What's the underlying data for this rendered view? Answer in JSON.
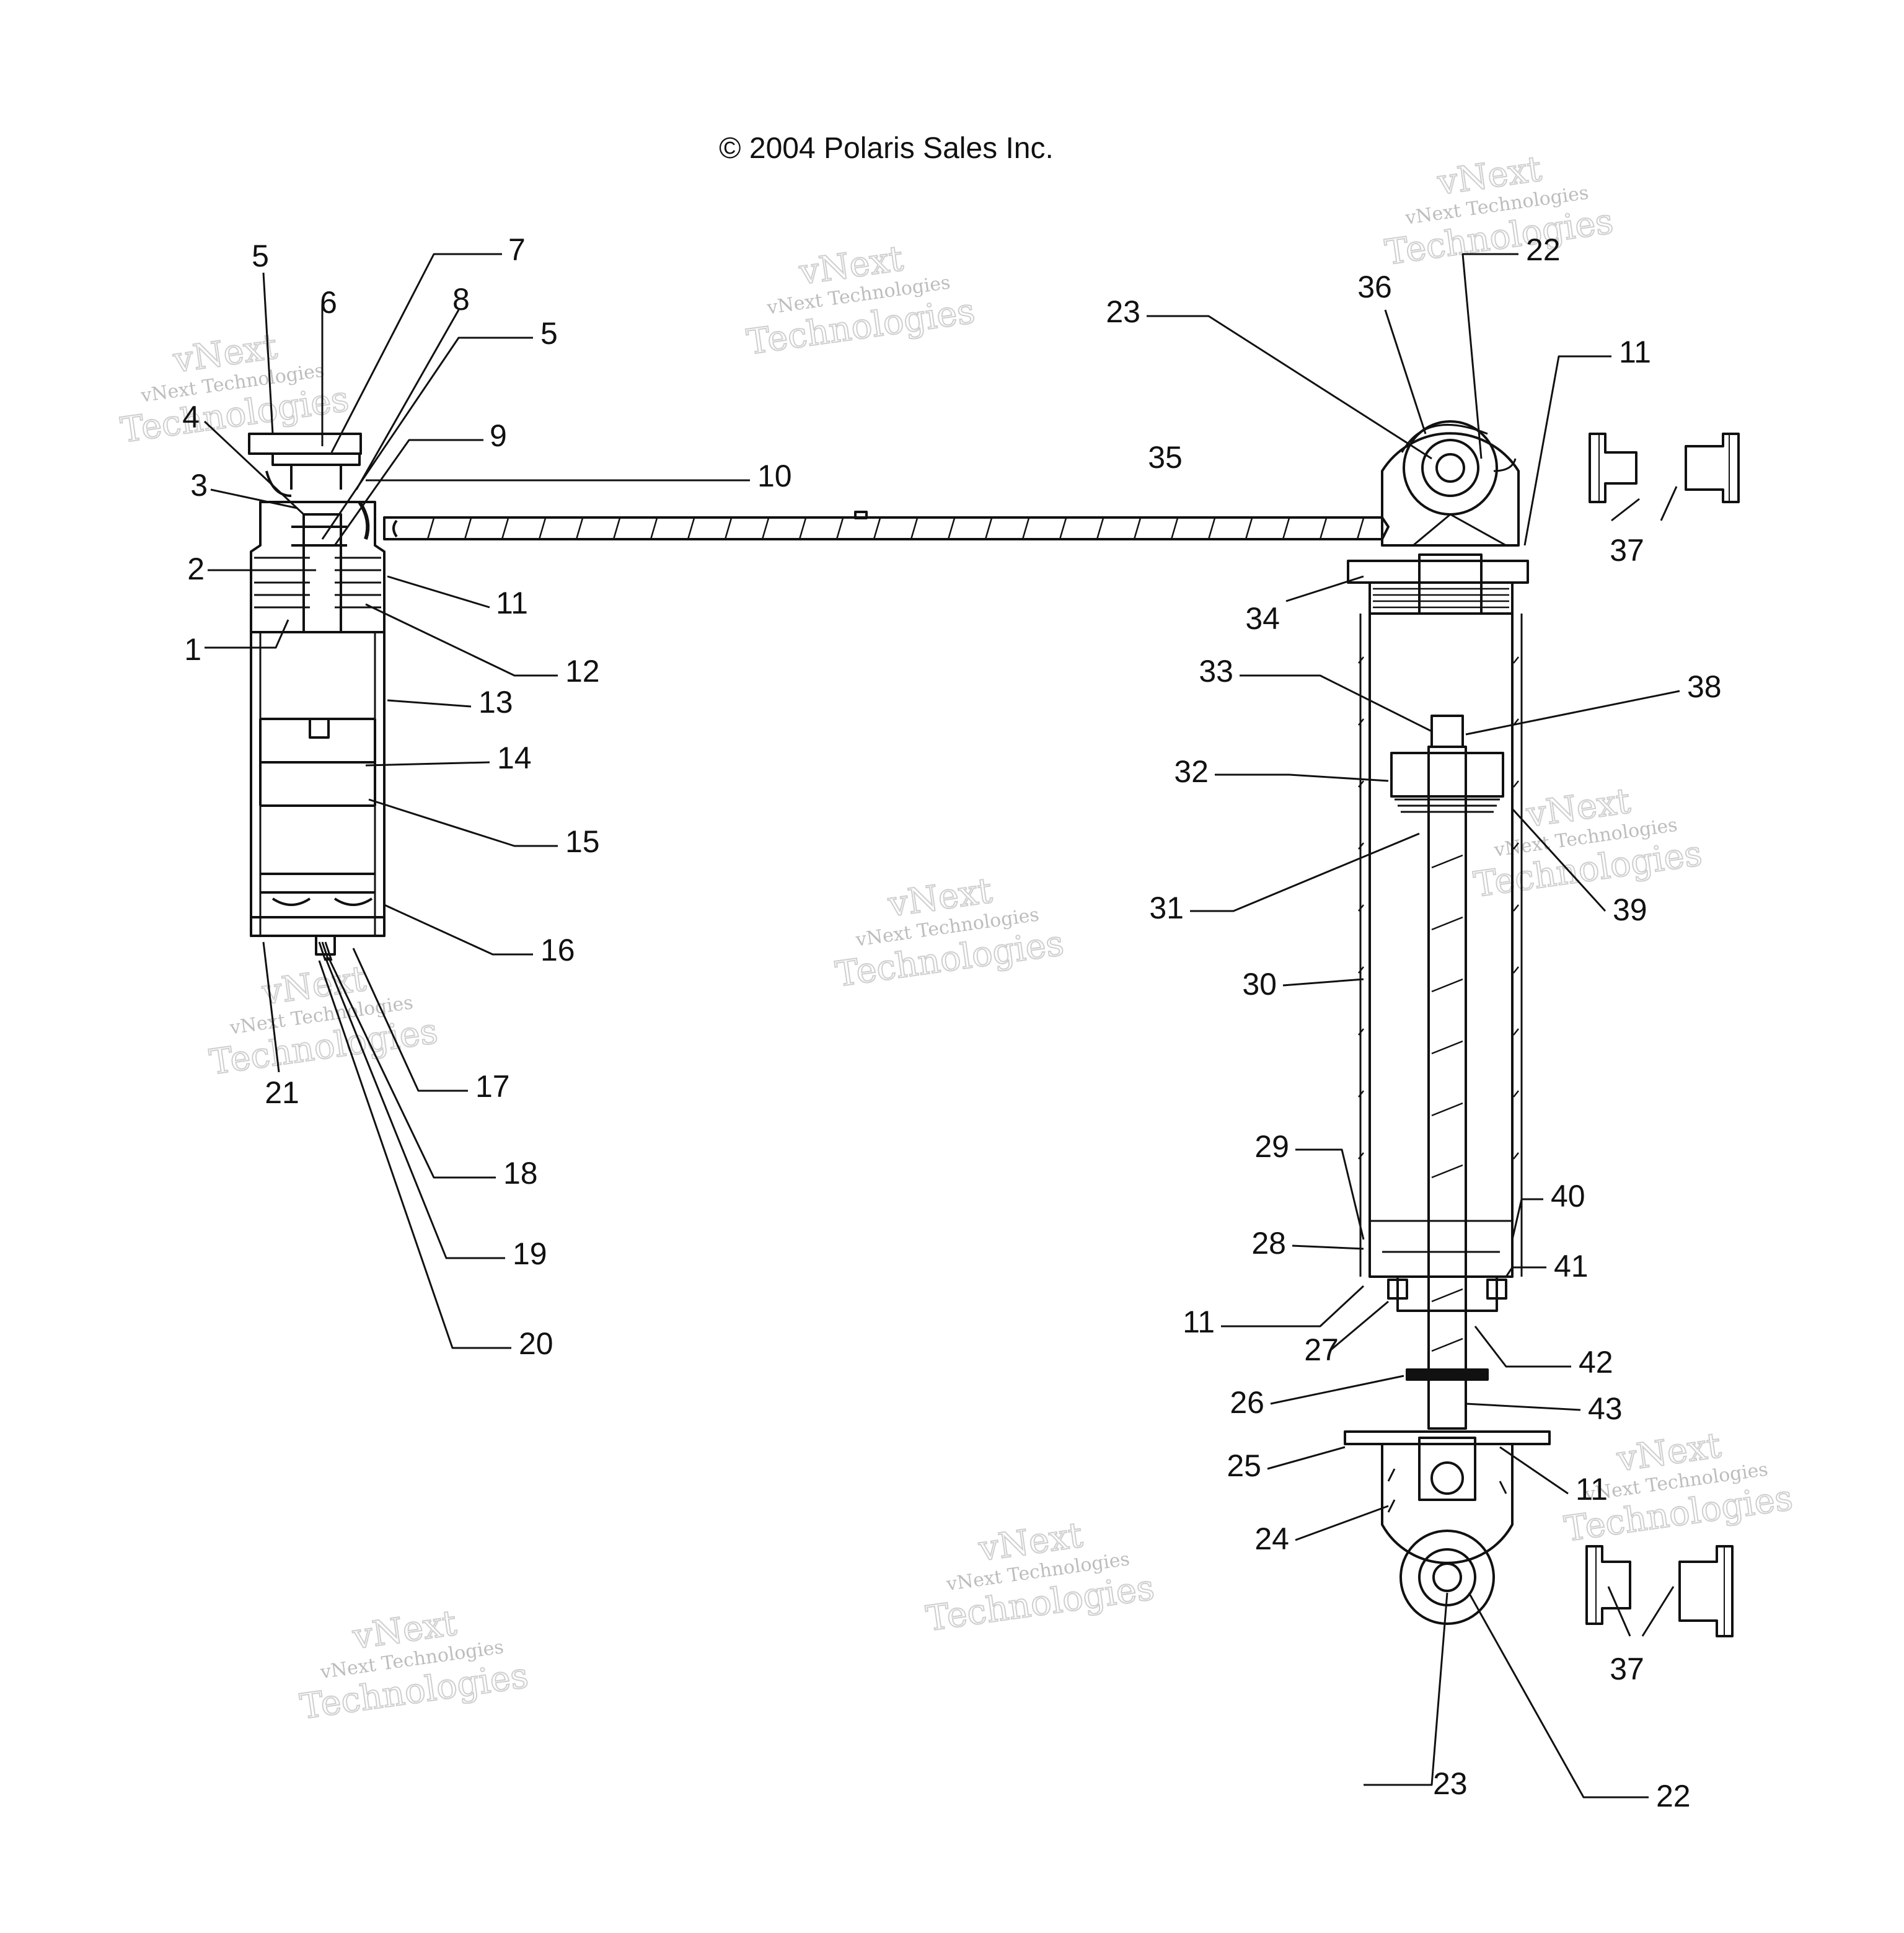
{
  "copyright": "© 2004 Polaris Sales Inc.",
  "watermark": {
    "line1": "vNext Technologies",
    "line2": "vNext",
    "line3": "Technologies"
  },
  "callouts": [
    "1",
    "2",
    "3",
    "4",
    "5",
    "6",
    "7",
    "8",
    "5",
    "9",
    "10",
    "11",
    "12",
    "13",
    "14",
    "15",
    "16",
    "17",
    "18",
    "19",
    "20",
    "21",
    "22",
    "36",
    "23",
    "11",
    "35",
    "37",
    "34",
    "33",
    "38",
    "32",
    "31",
    "39",
    "30",
    "29",
    "40",
    "28",
    "41",
    "11",
    "27",
    "42",
    "26",
    "43",
    "25",
    "11",
    "24",
    "37",
    "23",
    "22"
  ]
}
